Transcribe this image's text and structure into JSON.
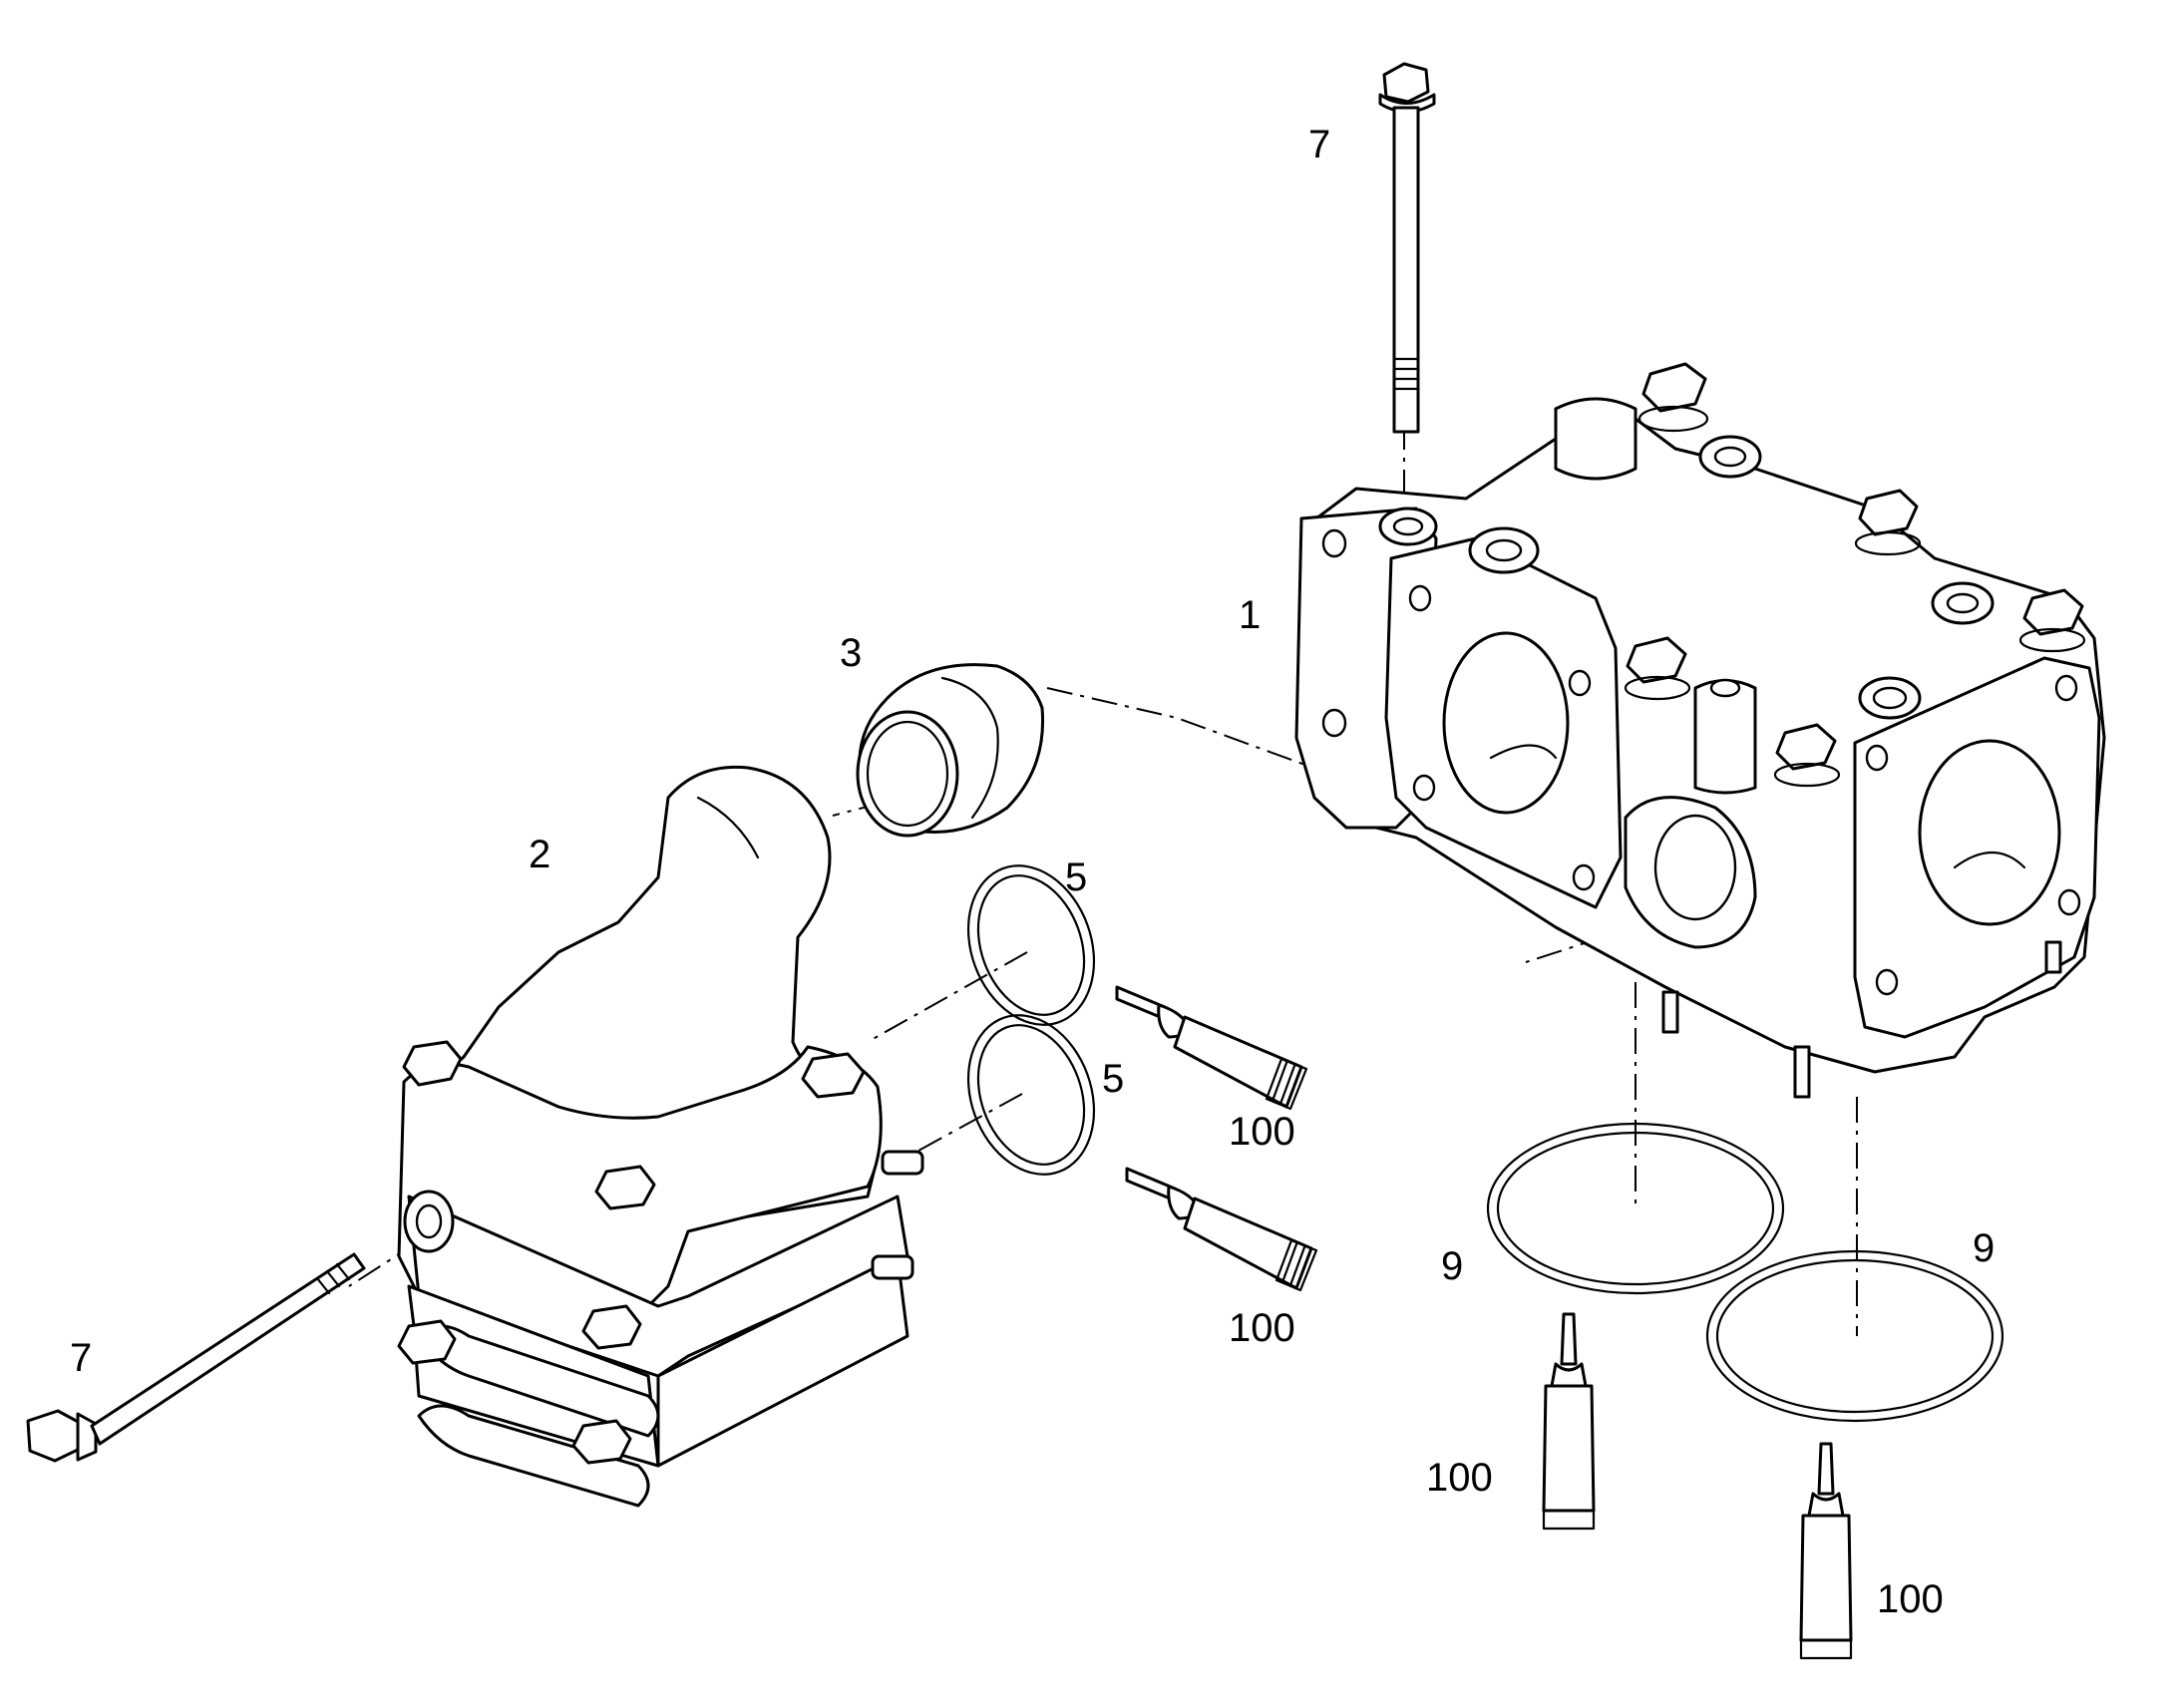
{
  "callouts": {
    "c1": "1",
    "c2": "2",
    "c3": "3",
    "c5a": "5",
    "c5b": "5",
    "c7a": "7",
    "c7b": "7",
    "c9a": "9",
    "c9b": "9",
    "c100a": "100",
    "c100b": "100",
    "c100c": "100",
    "c100d": "100"
  },
  "colors": {
    "line": "#000000",
    "background": "#ffffff"
  }
}
